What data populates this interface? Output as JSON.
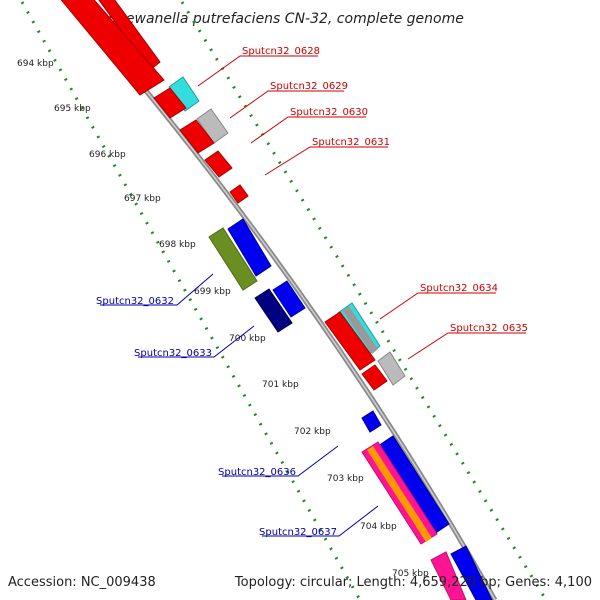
{
  "title": "Shewanella putrefaciens CN-32, complete genome",
  "footer": {
    "accession": "Accession: NC_009438",
    "stats": "Topology: circular; Length: 4,659,220 bp; Genes: 4,100"
  },
  "colors": {
    "backbone": "#8a8a8a",
    "ticks": "#1e8c1e",
    "forward_label": "#cc0000",
    "reverse_label": "#0000aa",
    "genes": [
      "#ee0000",
      "#33dddd",
      "#bbbbbb",
      "#0000ee",
      "#6b8e23",
      "#000080",
      "#ff1493",
      "#ff9900"
    ]
  },
  "tick_labels": [
    "694 kbp",
    "695 kbp",
    "696 kbp",
    "697 kbp",
    "698 kbp",
    "699 kbp",
    "700 kbp",
    "701 kbp",
    "702 kbp",
    "703 kbp",
    "704 kbp",
    "705 kbp"
  ],
  "gene_labels": {
    "forward": [
      "Sputcn32_0628",
      "Sputcn32_0629",
      "Sputcn32_0630",
      "Sputcn32_0631",
      "Sputcn32_0634",
      "Sputcn32_0635"
    ],
    "reverse": [
      "Sputcn32_0632",
      "Sputcn32_0633",
      "Sputcn32_0636",
      "Sputcn32_0637"
    ]
  }
}
